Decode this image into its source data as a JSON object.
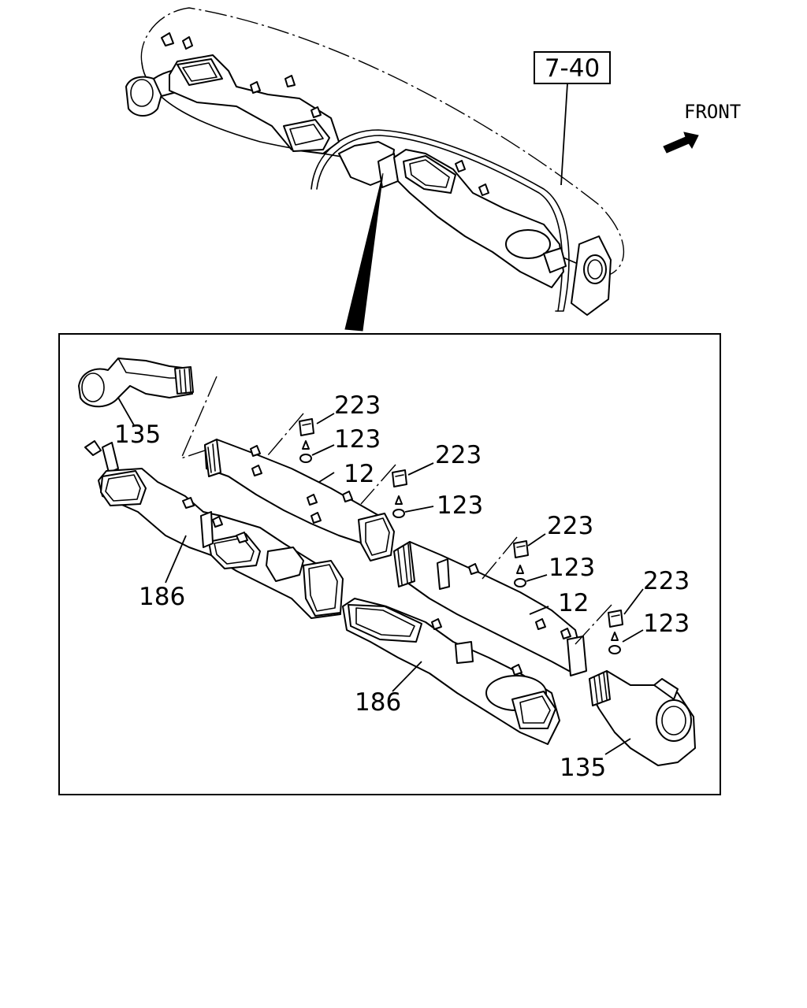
{
  "reference_box": {
    "label": "7-40"
  },
  "direction": {
    "label": "FRONT",
    "icon": "front-arrow-icon"
  },
  "callouts": {
    "c135_upper": "135",
    "c135_lower": "135",
    "c186_left": "186",
    "c186_right": "186",
    "c12_left": "12",
    "c12_right": "12",
    "c223_a": "223",
    "c223_b": "223",
    "c223_c": "223",
    "c223_d": "223",
    "c123_a": "123",
    "c123_b": "123",
    "c123_c": "123",
    "c123_d": "123"
  }
}
